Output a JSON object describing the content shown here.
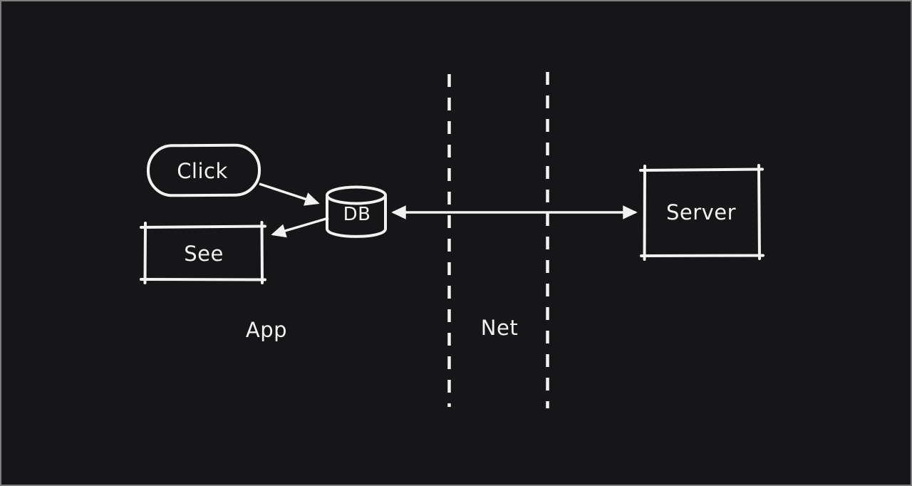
{
  "canvas": {
    "background": "#161618",
    "stroke": "#f2f2f2",
    "frame_border": "#7e7e7e",
    "style": "hand-drawn-whiteboard"
  },
  "nodes": {
    "click": {
      "label": "Click",
      "shape": "rounded-pill"
    },
    "db": {
      "label": "DB",
      "shape": "cylinder"
    },
    "see": {
      "label": "See",
      "shape": "rectangle"
    },
    "server": {
      "label": "Server",
      "shape": "rectangle"
    }
  },
  "zones": {
    "app": {
      "label": "App"
    },
    "net": {
      "label": "Net"
    }
  },
  "edges": [
    {
      "from": "Click",
      "to": "DB",
      "arrows": "end"
    },
    {
      "from": "DB",
      "to": "See",
      "arrows": "end"
    },
    {
      "from": "DB",
      "to": "Server",
      "arrows": "both"
    }
  ],
  "boundaries": [
    {
      "name": "net-boundary-left",
      "style": "dashed-vertical"
    },
    {
      "name": "net-boundary-right",
      "style": "dashed-vertical"
    }
  ]
}
